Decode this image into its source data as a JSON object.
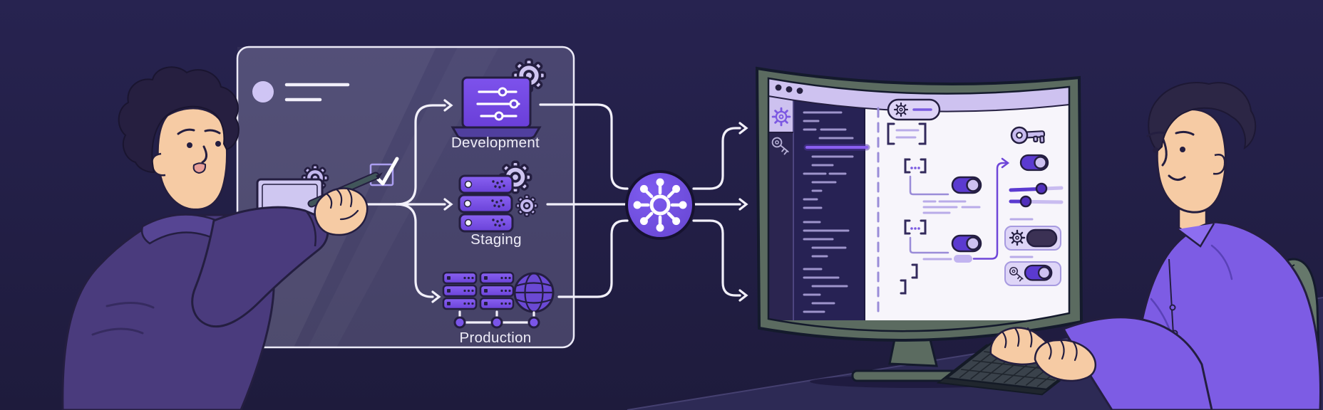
{
  "whiteboard": {
    "header": {
      "bullet_icon": "circle-bullet-icon",
      "placeholder_line_count": 2
    },
    "planner": {
      "icons": [
        "laptop-icon",
        "gear-icon",
        "pen-icon",
        "checkbox-checked-icon"
      ]
    },
    "nodes": [
      {
        "label": "Development",
        "icon": "laptop-sliders-icon"
      },
      {
        "label": "Staging",
        "icon": "server-stack-icon"
      },
      {
        "label": "Production",
        "icon": "server-cluster-globe-icon"
      }
    ]
  },
  "hub": {
    "icon": "network-hub-icon"
  },
  "monitor": {
    "window_dots": 3,
    "activity_bar_icons": [
      "gear-icon",
      "key-icon"
    ],
    "config_panel": {
      "chip_icon": "gear-icon",
      "key_icon": "key-icon",
      "toggle_count": 4,
      "slider_count": 2,
      "bracket_blocks": 2
    }
  },
  "colors": {
    "background": "#221e42",
    "desk": "#2d2a55",
    "accent_purple": "#7a55e8",
    "deep_purple": "#5b3ad0",
    "lavender": "#cfc5f1",
    "line_white": "#f2f0fa",
    "monitor_frame": "#5b6b60",
    "code_bg": "#272254",
    "panel_white": "#f7f5fb",
    "titlebar": "#cec2f0",
    "skin": "#f6cba4",
    "hoodie": "#4a3b7d",
    "shirt": "#7d5ce4",
    "hub_fill": "#6f4ce0"
  }
}
